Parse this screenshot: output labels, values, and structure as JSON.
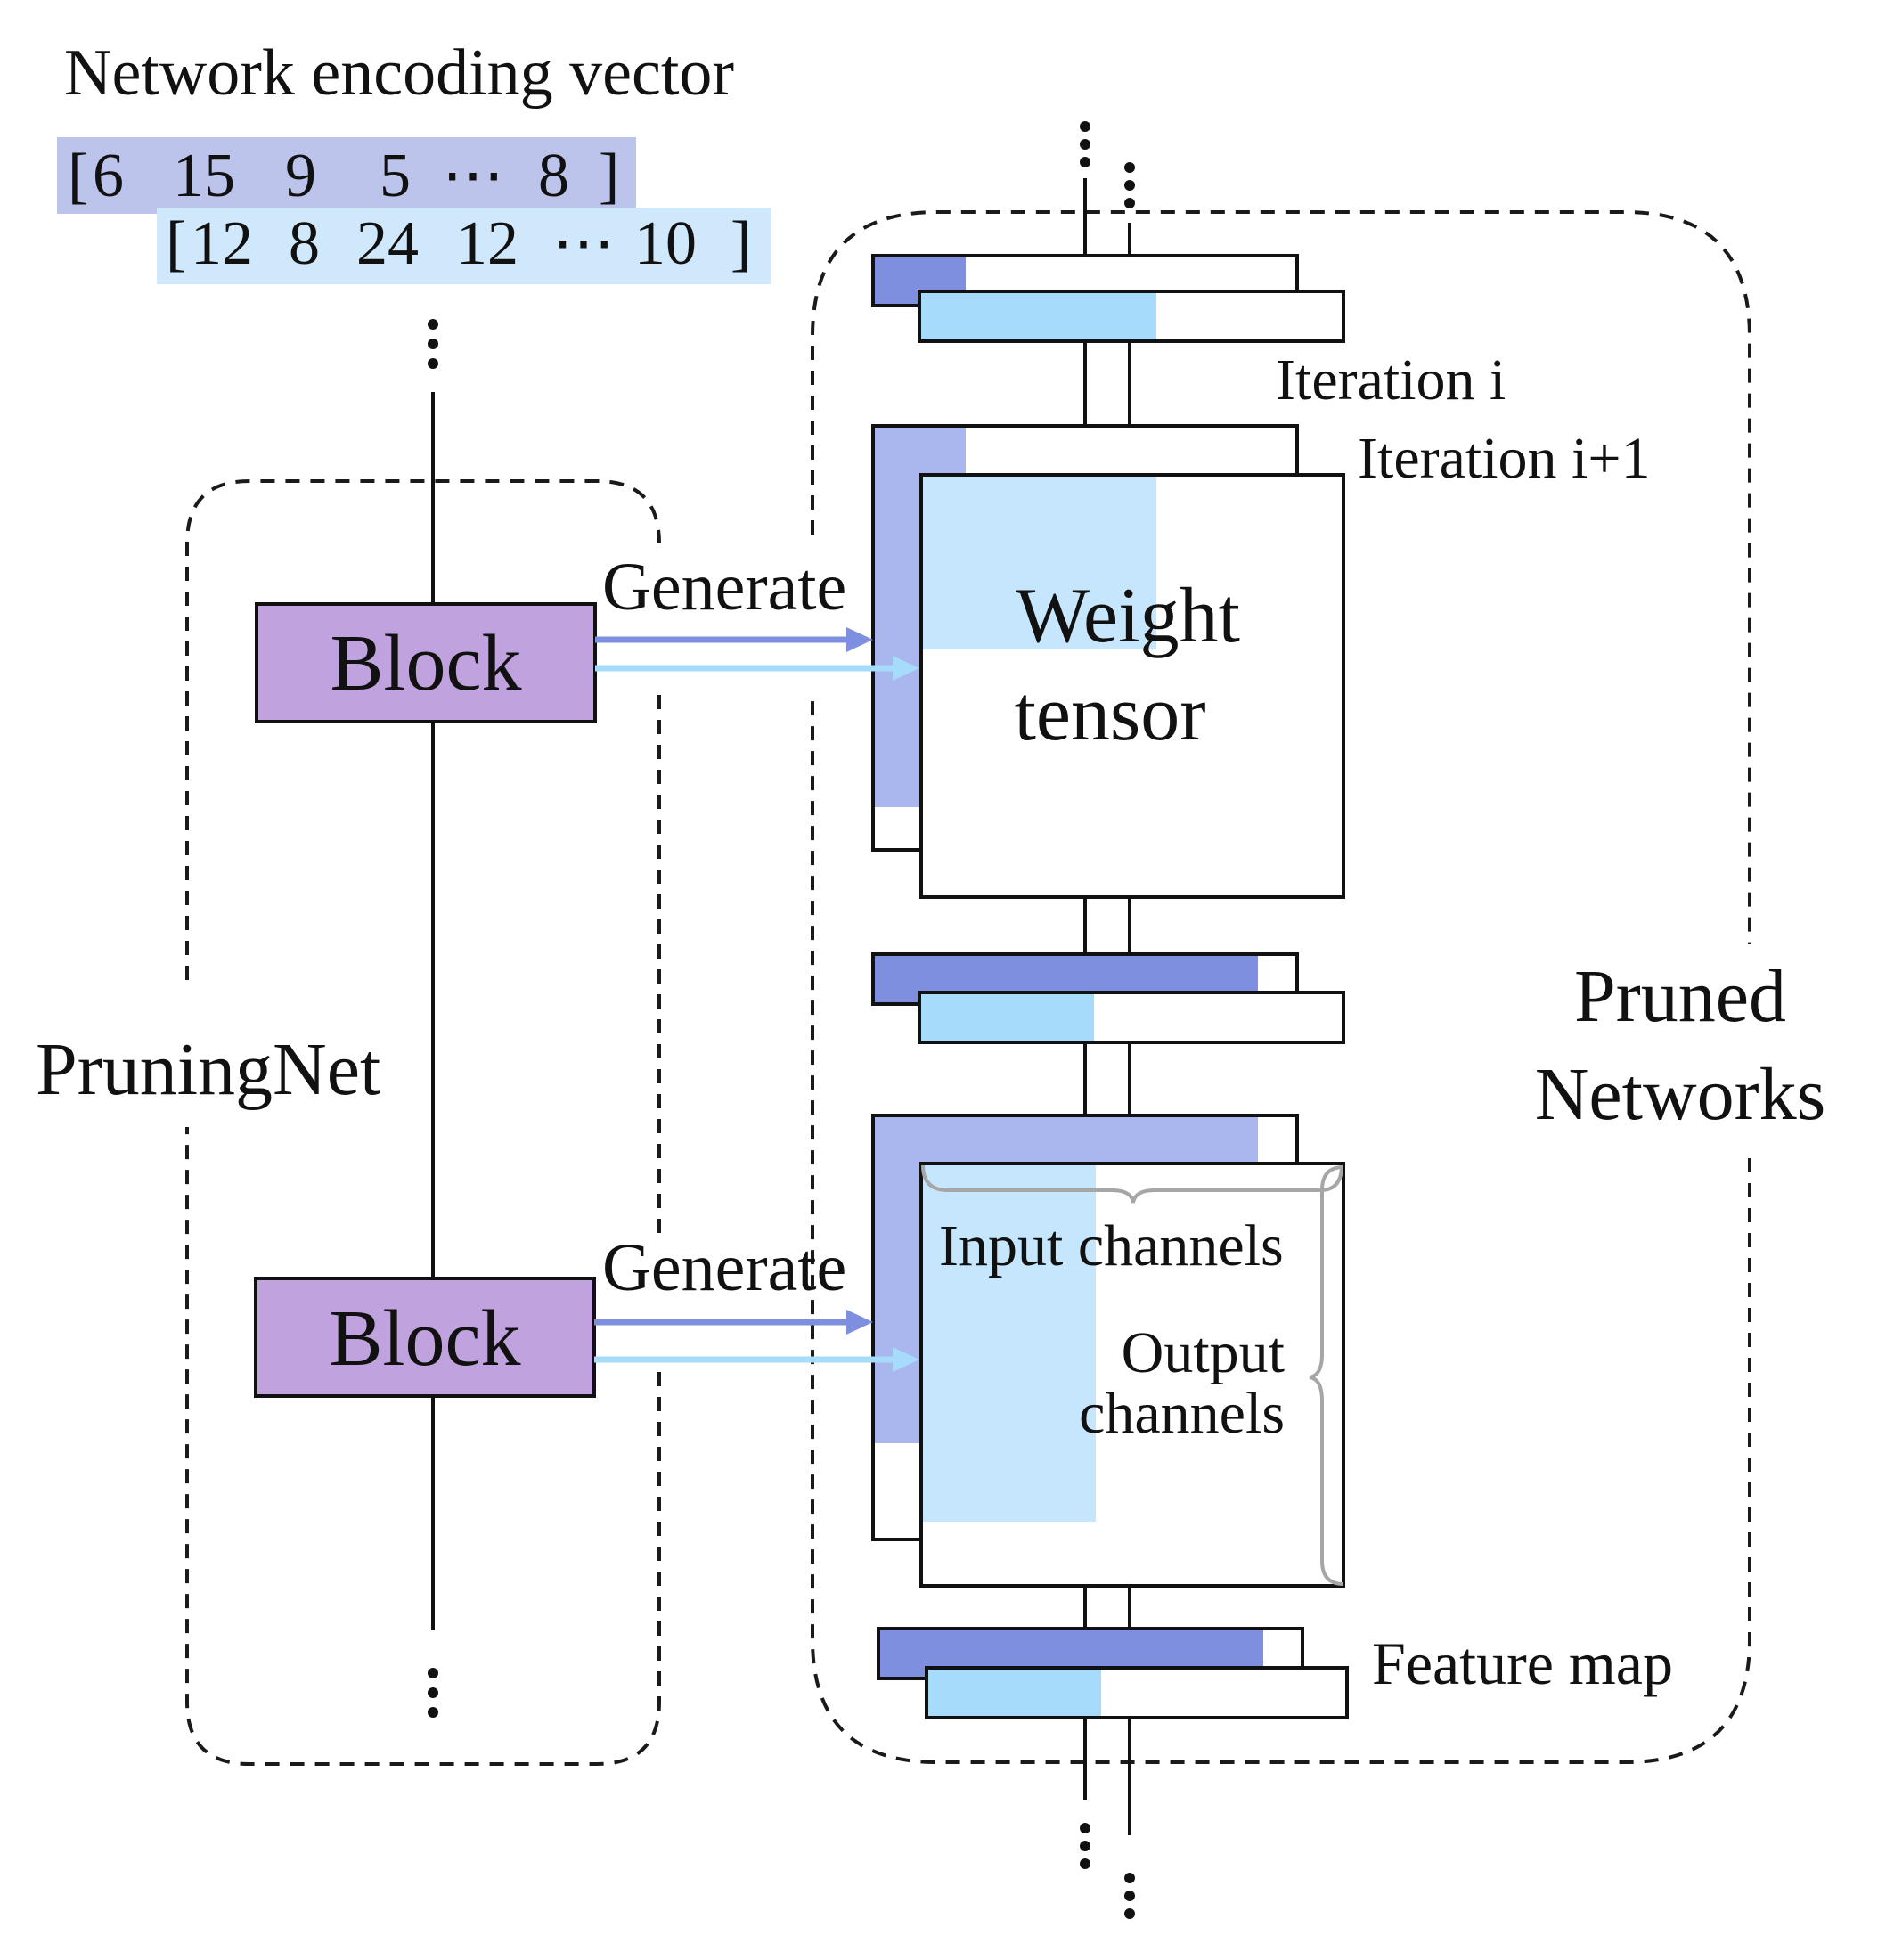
{
  "title": "Network encoding vector",
  "vector_row1": {
    "values": [
      "6",
      "15",
      "9",
      "5",
      "⋯",
      "8"
    ],
    "open": "[",
    "close": "]",
    "color": "#bcc4ec"
  },
  "vector_row2": {
    "values": [
      "12",
      "8",
      "24",
      "12",
      "⋯",
      "10"
    ],
    "open": "[",
    "close": "]",
    "color": "#cfe8fb"
  },
  "pruningnet": {
    "label": "PruningNet",
    "block_label_1": "Block",
    "block_label_2": "Block",
    "block_color": "#c0a3de"
  },
  "generate_label_1": "Generate",
  "generate_label_2": "Generate",
  "iteration_i": "Iteration i",
  "iteration_i1": "Iteration i+1",
  "weight_tensor_line1": "Weight",
  "weight_tensor_line2": "tensor",
  "input_channels": "Input channels",
  "output_channels_line1": "Output",
  "output_channels_line2": "channels",
  "pruned_networks_line1": "Pruned",
  "pruned_networks_line2": "Networks",
  "feature_map": "Feature map",
  "colors": {
    "iteration_i_dark": "#7f8fdf",
    "iteration_i_light": "#aab6ee",
    "iteration_i1": "#a7dbfb",
    "iteration_i1_light": "#c5e6fc",
    "arrow_dark": "#7f8fdf",
    "arrow_light": "#a7dbfb"
  }
}
